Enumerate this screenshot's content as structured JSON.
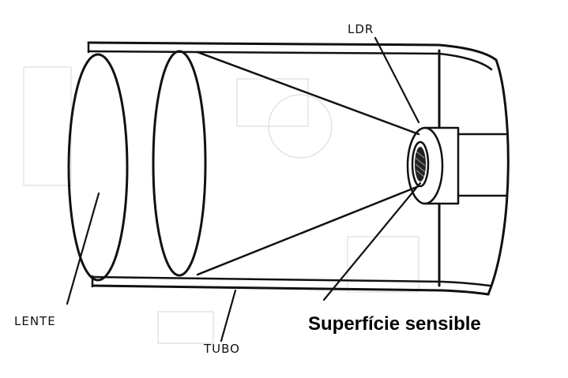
{
  "labels": {
    "ldr": "LDR",
    "lente": "LENTE",
    "tubo": "TUBO",
    "superficie": "Superfície sensible"
  },
  "colors": {
    "ink": "#111111",
    "background": "#ffffff"
  }
}
